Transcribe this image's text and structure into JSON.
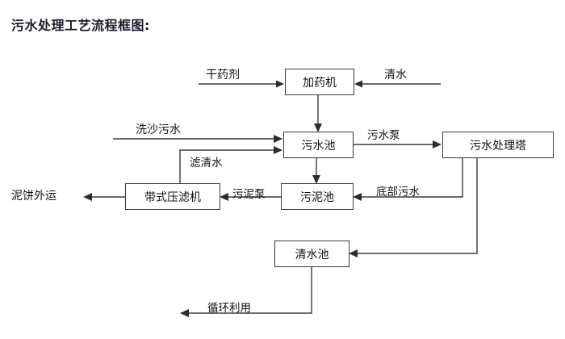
{
  "title": "污水处理工艺流程框图:",
  "diagram": {
    "type": "flowchart",
    "nodes": [
      {
        "id": "dosing-machine",
        "label": "加药机"
      },
      {
        "id": "sewage-pool",
        "label": "污水池"
      },
      {
        "id": "sewage-treatment-tower",
        "label": "污水处理塔"
      },
      {
        "id": "belt-filter-press",
        "label": "带式压滤机"
      },
      {
        "id": "sludge-pool",
        "label": "污泥池"
      },
      {
        "id": "clean-water-pool",
        "label": "清水池"
      }
    ],
    "terminals": [
      {
        "id": "dry-reagent",
        "label": "干药剂"
      },
      {
        "id": "clean-water-in",
        "label": "清水"
      },
      {
        "id": "sand-washing-sewage",
        "label": "洗沙污水"
      },
      {
        "id": "mud-cake-transport",
        "label": "泥饼外运"
      }
    ],
    "edge_labels": [
      {
        "id": "sewage-pump",
        "label": "污水泵"
      },
      {
        "id": "filtered-clear-water",
        "label": "滤清水"
      },
      {
        "id": "sludge-pump",
        "label": "污泥泵"
      },
      {
        "id": "bottom-sewage",
        "label": "底部污水"
      },
      {
        "id": "recycling-reuse",
        "label": "循环利用"
      }
    ],
    "colors": {
      "stroke": "#3a3a3a",
      "text": "#111111",
      "title": "#1b1b2b",
      "background": "#ffffff"
    }
  }
}
